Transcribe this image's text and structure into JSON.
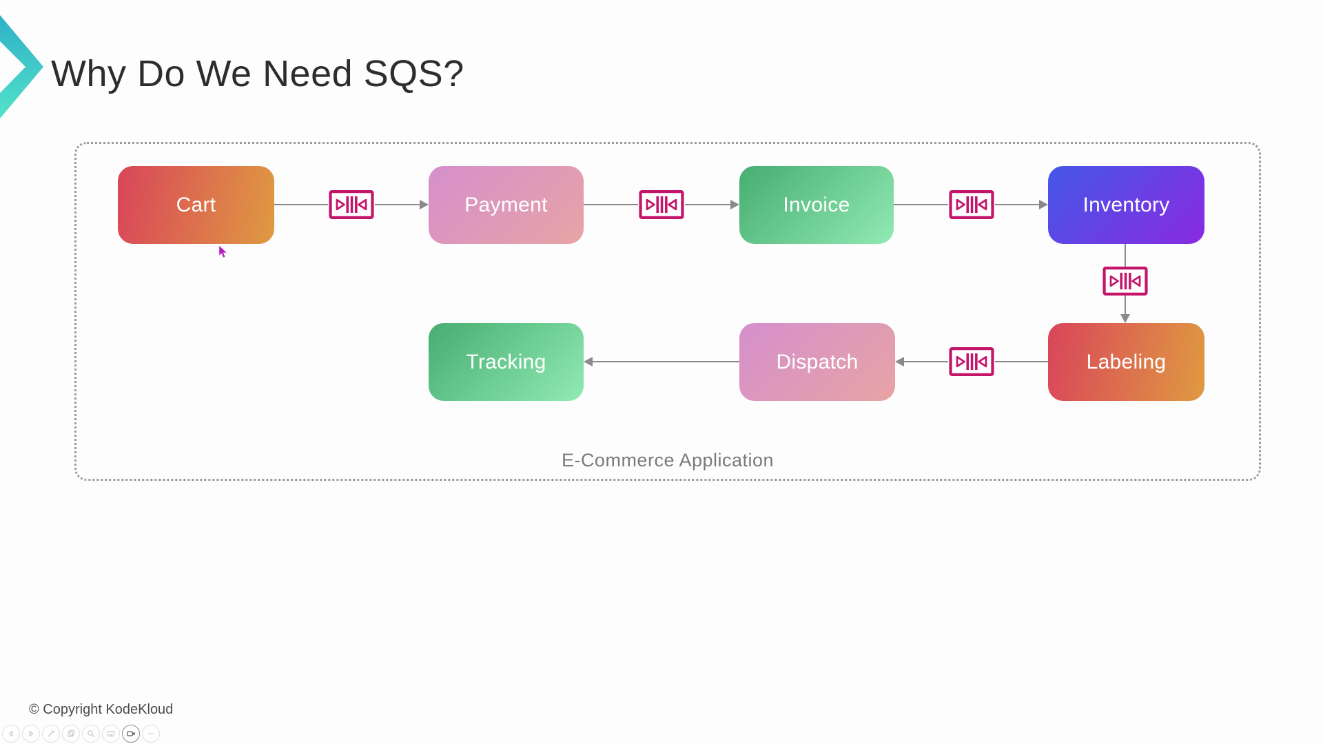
{
  "slide": {
    "title": "Why Do We Need SQS?",
    "diagram_label": "E-Commerce Application",
    "footer": "© Copyright KodeKloud"
  },
  "diagram": {
    "nodes": [
      {
        "label": "Cart",
        "style": "red-orange-gradient"
      },
      {
        "label": "Payment",
        "style": "pink-gradient"
      },
      {
        "label": "Invoice",
        "style": "green-gradient"
      },
      {
        "label": "Inventory",
        "style": "blue-purple-gradient"
      },
      {
        "label": "Labeling",
        "style": "red-orange-gradient"
      },
      {
        "label": "Dispatch",
        "style": "pink-gradient"
      },
      {
        "label": "Tracking",
        "style": "green-gradient"
      }
    ],
    "edges": [
      {
        "from": "Cart",
        "to": "Payment",
        "via_queue": true
      },
      {
        "from": "Payment",
        "to": "Invoice",
        "via_queue": true
      },
      {
        "from": "Invoice",
        "to": "Inventory",
        "via_queue": true
      },
      {
        "from": "Inventory",
        "to": "Labeling",
        "via_queue": true
      },
      {
        "from": "Labeling",
        "to": "Dispatch",
        "via_queue": true
      },
      {
        "from": "Dispatch",
        "to": "Tracking",
        "via_queue": false
      }
    ],
    "colors": {
      "queue_icon": "#c3156a",
      "arrow": "#8a8a8a",
      "red_orange_start": "#d9455a",
      "red_orange_end": "#df9a41",
      "pink_start": "#d58fcd",
      "pink_end": "#e7a4a4",
      "green_start": "#46ad71",
      "green_end": "#91eab3",
      "blue_start": "#4457e8",
      "purple_end": "#8a2ae2",
      "logo_top": "#2fb0c8",
      "logo_bottom": "#53e2c8"
    }
  },
  "player_controls": [
    {
      "name": "previous"
    },
    {
      "name": "next"
    },
    {
      "name": "annotate"
    },
    {
      "name": "copy"
    },
    {
      "name": "zoom"
    },
    {
      "name": "screen"
    },
    {
      "name": "camera"
    },
    {
      "name": "more"
    }
  ]
}
